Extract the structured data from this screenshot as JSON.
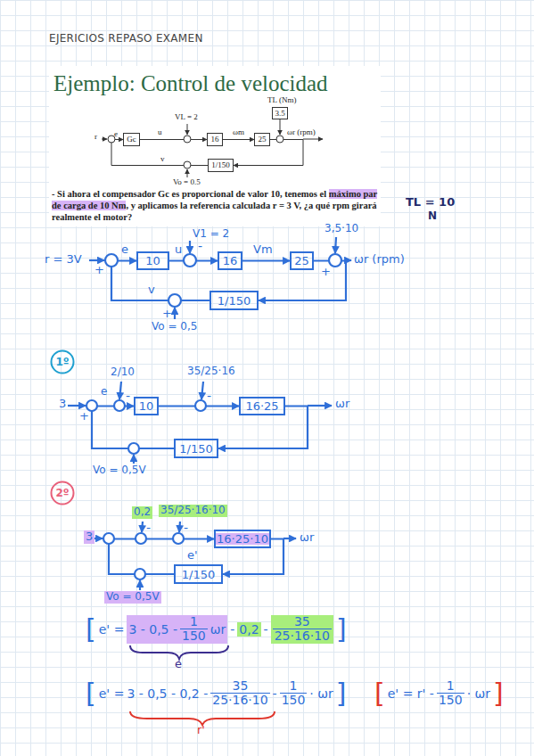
{
  "diagram": {
    "title": "EJERICIOS REPASO EXAMEN",
    "nodes": [
      {
        "text": [
          "Gc"
        ]
      },
      {
        "text": [
          "16"
        ]
      },
      {
        "text": [
          "25"
        ]
      },
      {
        "text": [
          "3.5"
        ]
      },
      {
        "text": [
          "1/150"
        ]
      },
      {
        "text": [
          "10"
        ]
      },
      {
        "text": [
          "16"
        ]
      },
      {
        "text": [
          "25"
        ]
      },
      {
        "text": [
          "1/150"
        ]
      },
      {
        "text": [
          "1º"
        ]
      },
      {
        "text": [
          "10"
        ]
      },
      {
        "text": [
          "16·25"
        ]
      },
      {
        "text": [
          "1/150"
        ]
      },
      {
        "text": [
          "2º"
        ]
      },
      {
        "text": [
          "16·25·10"
        ]
      },
      {
        "text": [
          "1/150"
        ]
      }
    ],
    "edges": [
      {
        "from": 0,
        "to": 1,
        "arrow": "to",
        "label": "u"
      },
      {
        "from": 1,
        "to": 2,
        "arrow": "to",
        "label": "ωm"
      },
      {
        "from": 2,
        "to": 4,
        "arrow": "to"
      },
      {
        "from": 4,
        "to": 0,
        "arrow": "to"
      },
      {
        "from": 5,
        "to": 6,
        "arrow": "to",
        "label": "u"
      },
      {
        "from": 6,
        "to": 7,
        "arrow": "to",
        "label": "Vm"
      },
      {
        "from": 7,
        "to": 8,
        "arrow": "to"
      },
      {
        "from": 8,
        "to": 5,
        "arrow": "to",
        "label": "v"
      },
      {
        "from": 10,
        "to": 11,
        "arrow": "to"
      },
      {
        "from": 11,
        "to": 12,
        "arrow": "to"
      },
      {
        "from": 12,
        "to": 10,
        "arrow": "to"
      },
      {
        "from": 14,
        "to": 15,
        "arrow": "to"
      },
      {
        "from": 15,
        "to": 14,
        "arrow": "to"
      }
    ],
    "labels": [
      "Ejemplo: Control de velocidad",
      "TL (Nm)",
      "VL = 2",
      "r",
      "e",
      "ωr (rpm)",
      "v",
      "Vo = 0.5",
      "- Si ahora el compensador Gc es proporcional de valor 10, tenemos el",
      "máximo par de carga de 10 Nm",
      ", y aplicamos la referencia calculada r = 3 V, ¿a qué rpm girará realmente el motor?",
      "TL = 10",
      "N",
      "r = 3V",
      "e",
      "V1 = 2",
      "-",
      "3,5·10",
      "ωr (rpm)",
      "+",
      "+",
      "Vo = 0,5",
      "+",
      "3",
      "e",
      "2/10",
      "35/25·16",
      "ωr",
      "Vo = 0,5V",
      "+",
      "-",
      "-",
      "3",
      "0,2",
      "35/25·16·10",
      "ωr",
      "e'",
      "Vo = 0,5V",
      "-",
      "-",
      "[",
      "e' =",
      "3 - 0,5 -",
      "1",
      "150",
      "ωr",
      "-",
      "0,2",
      "-",
      "35",
      "25·16·10",
      "]",
      "e",
      "[",
      "e' =",
      "3 - 0,5 - 0,2 -",
      "35",
      "25·16·10",
      "-",
      "1",
      "150",
      "· ωr",
      "]",
      "r'",
      "[",
      "e' = r' -",
      "1",
      "150",
      "· ωr",
      "]"
    ]
  }
}
